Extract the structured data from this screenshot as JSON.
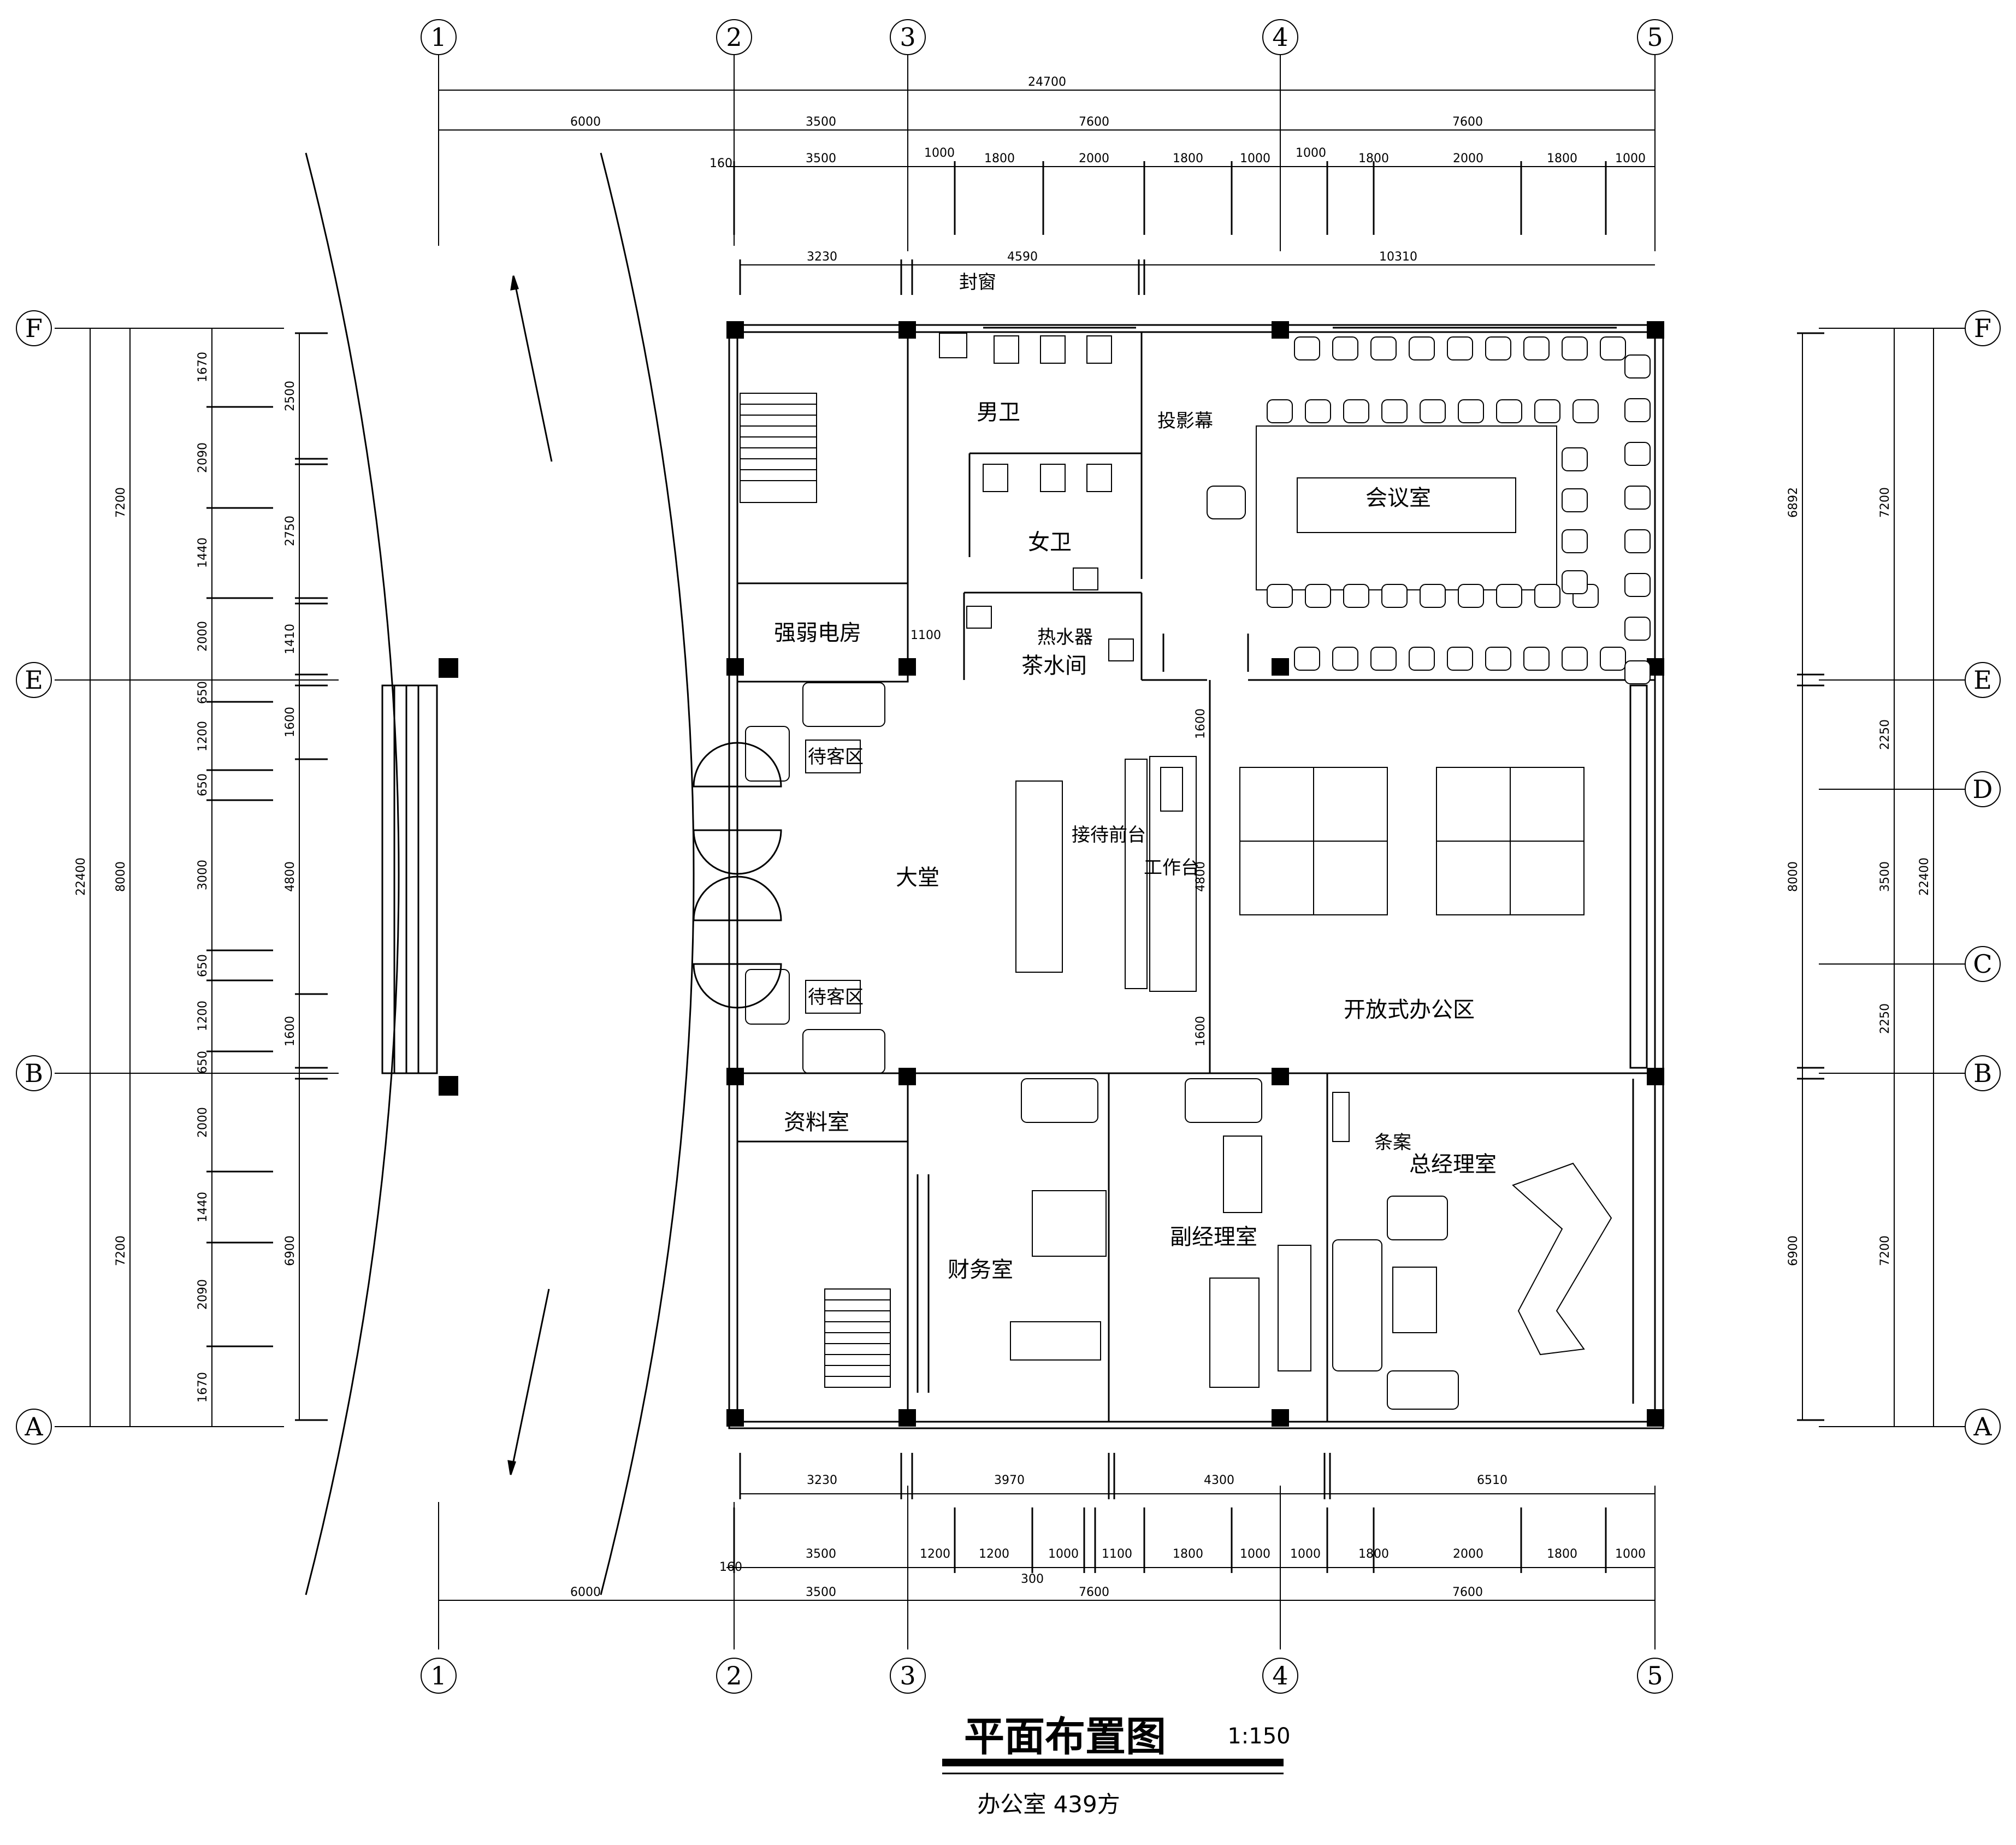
{
  "title": "平面布置图",
  "scale": "1:150",
  "subtitle": "办公室  439方",
  "axes": {
    "vertical": [
      "1",
      "2",
      "3",
      "4",
      "5"
    ],
    "horizontal": [
      "F",
      "E",
      "D",
      "C",
      "B",
      "A"
    ]
  },
  "dimensions": {
    "top_total": "24700",
    "top_row2": [
      "6000",
      "3500",
      "7600",
      "7600"
    ],
    "top_row3": [
      "160",
      "3500",
      "1000",
      "1800",
      "2000",
      "1800",
      "1000",
      "1000",
      "1800",
      "2000",
      "1800",
      "1000"
    ],
    "top_row4": [
      "3230",
      "4590",
      "10310"
    ],
    "bottom_row1": [
      "3230",
      "3970",
      "4300",
      "6510"
    ],
    "bottom_row2": [
      "3500",
      "1200",
      "1200",
      "1000",
      "1100",
      "1800",
      "1000",
      "1000",
      "1800",
      "2000",
      "1800",
      "1000"
    ],
    "bottom_small": [
      "160",
      "300"
    ],
    "bottom_row3": [
      "6000",
      "3500",
      "7600",
      "7600"
    ],
    "left_outer": [
      "7200",
      "8000",
      "7200"
    ],
    "left_total": "22400",
    "left_inner": [
      "1670",
      "2090",
      "1440",
      "2000",
      "650",
      "1200",
      "650",
      "3000",
      "650",
      "1200",
      "650",
      "2000",
      "1440",
      "2090",
      "1670"
    ],
    "left_wall": [
      "2500",
      "2750",
      "1410",
      "1600",
      "4800",
      "1600",
      "6900"
    ],
    "right_inner": [
      "6892",
      "8000",
      "6900"
    ],
    "right_mid": [
      "2250",
      "3500",
      "2250"
    ],
    "right_outer": [
      "7200",
      "22400",
      "7200"
    ],
    "misc": [
      "1100",
      "1600",
      "4800",
      "1600"
    ]
  },
  "rooms": {
    "mens_toilet": "男卫",
    "womens_toilet": "女卫",
    "tea_room": "茶水间",
    "water_heater": "热水器",
    "electrical_room": "强弱电房",
    "sealed_window": "封窗",
    "projection_screen": "投影幕",
    "meeting_room": "会议室",
    "waiting_area_1": "待客区",
    "waiting_area_2": "待客区",
    "lobby": "大堂",
    "reception_desk": "接待前台",
    "work_desk": "工作台",
    "open_office": "开放式办公区",
    "archive_room": "资料室",
    "finance_room": "财务室",
    "deputy_manager_room": "副经理室",
    "side_table": "条案",
    "general_manager_room": "总经理室"
  }
}
